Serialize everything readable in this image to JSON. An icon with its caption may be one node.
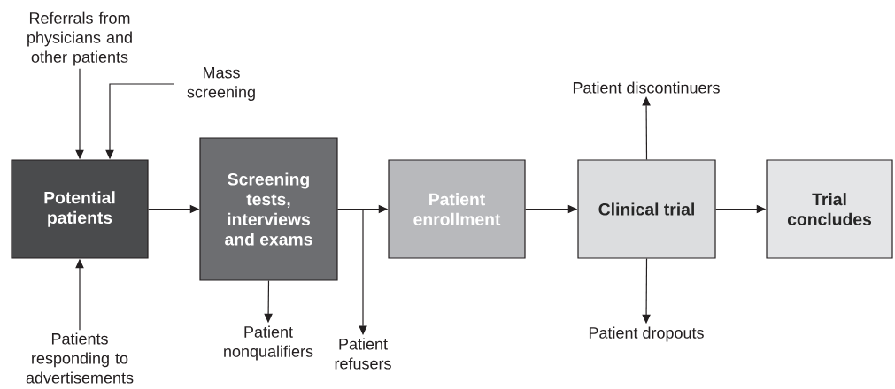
{
  "diagram": {
    "nodes": [
      {
        "text": [
          "Referrals from physicians and other patients"
        ]
      },
      {
        "text": [
          "Mass screening"
        ]
      },
      {
        "text": [
          "Patient discontinuers"
        ]
      },
      {
        "text": [
          "Potential patients"
        ]
      },
      {
        "text": [
          "Screening tests, interviews and exams"
        ]
      },
      {
        "text": [
          "Patient enrollment"
        ]
      },
      {
        "text": [
          "Clinical trial"
        ]
      },
      {
        "text": [
          "Trial concludes"
        ]
      },
      {
        "text": [
          "Patients responding to advertisements"
        ]
      },
      {
        "text": [
          "Patient nonqualifiers"
        ]
      },
      {
        "text": [
          "Patient refusers"
        ]
      },
      {
        "text": [
          "Patient dropouts"
        ]
      }
    ],
    "edges": [
      {
        "from": 0,
        "to": 3,
        "arrow": "to"
      },
      {
        "from": 1,
        "to": 3,
        "arrow": "to"
      },
      {
        "from": 8,
        "to": 3,
        "arrow": "to"
      },
      {
        "from": 3,
        "to": 4,
        "arrow": "to"
      },
      {
        "from": 4,
        "to": 9,
        "arrow": "to"
      },
      {
        "from": 4,
        "to": 5,
        "arrow": "to"
      },
      {
        "from": 4,
        "to": 10,
        "arrow": "to"
      },
      {
        "from": 5,
        "to": 6,
        "arrow": "to"
      },
      {
        "from": 6,
        "to": 2,
        "arrow": "to"
      },
      {
        "from": 6,
        "to": 11,
        "arrow": "to"
      },
      {
        "from": 6,
        "to": 7,
        "arrow": "to"
      }
    ]
  }
}
